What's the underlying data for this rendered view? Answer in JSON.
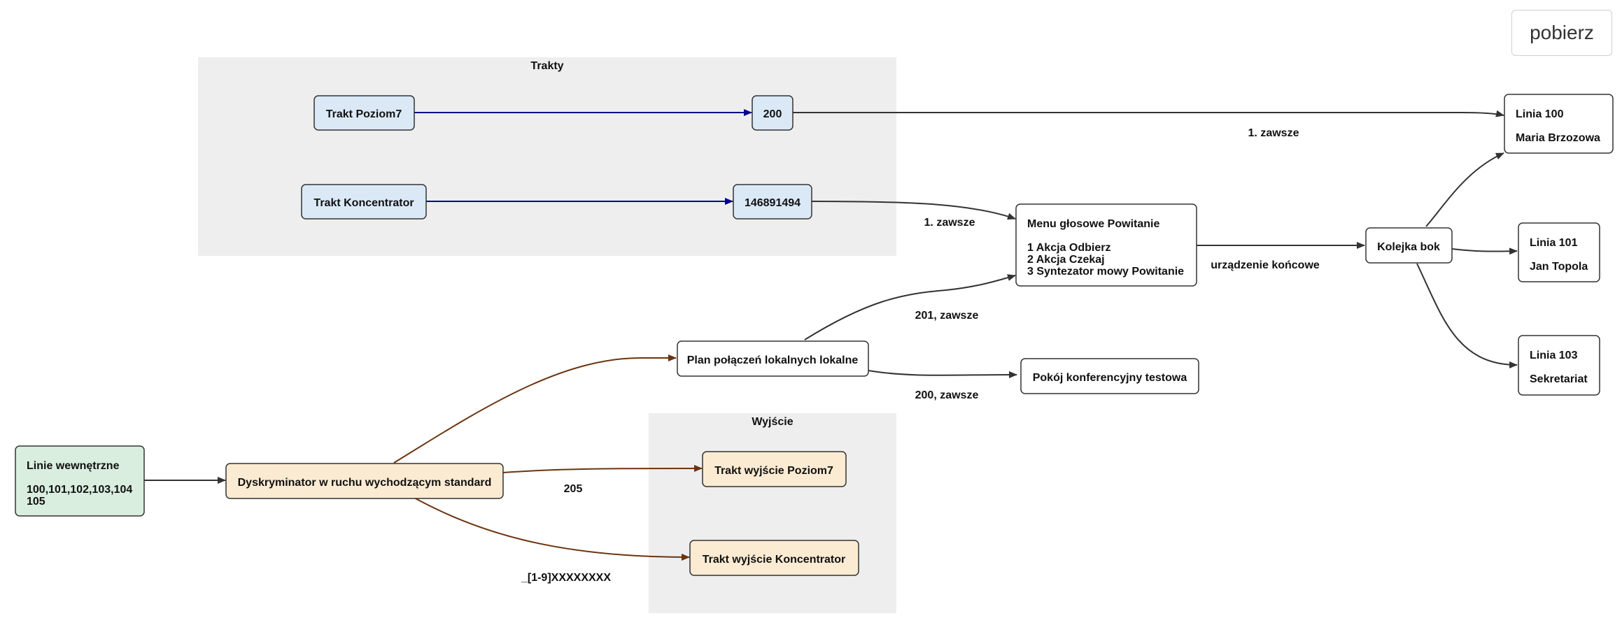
{
  "toolbar": {
    "download_label": "pobierz"
  },
  "clusters": {
    "trakty": {
      "label": "Trakty"
    },
    "wyjscie": {
      "label": "Wyjście"
    }
  },
  "nodes": {
    "trakt_poziom7": {
      "label": "Trakt Poziom7"
    },
    "n200": {
      "label": "200"
    },
    "trakt_koncentrator": {
      "label": "Trakt Koncentrator"
    },
    "n146891494": {
      "label": "146891494"
    },
    "menu_glosowe": {
      "lines": [
        "Menu głosowe Powitanie",
        "1 Akcja Odbierz",
        "2 Akcja Czekaj",
        "3 Syntezator mowy Powitanie"
      ]
    },
    "kolejka_bok": {
      "label": "Kolejka bok"
    },
    "linia_100": {
      "lines": [
        "Linia 100",
        "Maria Brzozowa"
      ]
    },
    "linia_101": {
      "lines": [
        "Linia 101",
        "Jan Topola"
      ]
    },
    "linia_103": {
      "lines": [
        "Linia 103",
        "Sekretariat"
      ]
    },
    "plan_polaczen": {
      "label": "Plan połączeń lokalnych lokalne"
    },
    "pokoj_konferencyjny": {
      "label": "Pokój konferencyjny testowa"
    },
    "linie_wewnetrzne": {
      "lines": [
        "Linie wewnętrzne",
        "100,101,102,103,104",
        "105"
      ]
    },
    "dyskryminator": {
      "label": "Dyskryminator w ruchu wychodzącym standard"
    },
    "trakt_wyjscie_poziom7": {
      "label": "Trakt wyjście Poziom7"
    },
    "trakt_wyjscie_koncentrator": {
      "label": "Trakt wyjście Koncentrator"
    }
  },
  "edge_labels": {
    "n200_linia100": "1. zawsze",
    "n146891494_menu": "1. zawsze",
    "menu_kolejka": "urządzenie końcowe",
    "plan_menu": "201, zawsze",
    "plan_pokoj": "200, zawsze",
    "dysk_wyjscie_poziom7": "205",
    "dysk_wyjscie_koncentrator": "_[1-9]XXXXXXXX"
  },
  "colors": {
    "cluster_fill": "#eeeeee",
    "trakt_node_fill": "#dbe9f7",
    "outbound_node_fill": "#fbebd2",
    "internal_lines_fill": "#d9eedf",
    "plain_node_fill": "#ffffff",
    "trakt_edge": "#00008b",
    "outbound_edge": "#6b3410",
    "default_edge": "#333333"
  }
}
